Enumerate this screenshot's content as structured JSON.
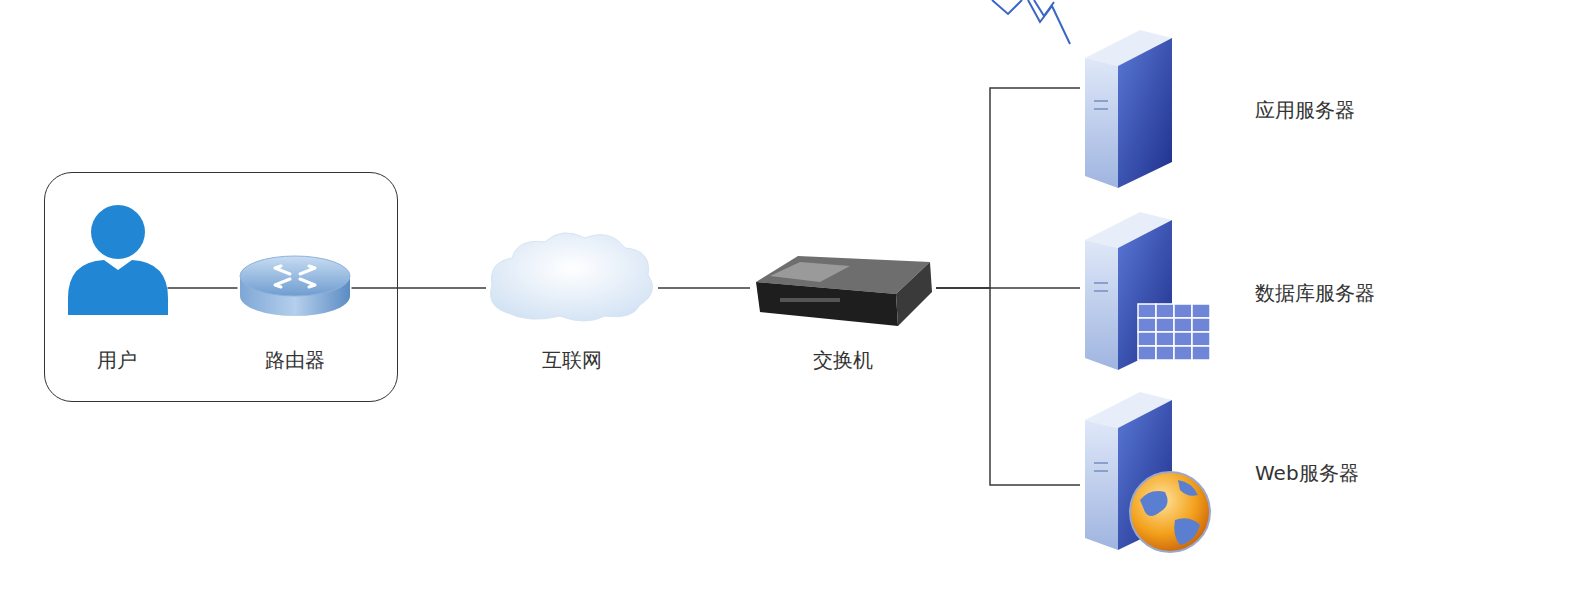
{
  "diagram": {
    "nodes": [
      {
        "text": []
      },
      {
        "text": [
          "用户"
        ],
        "in": 0
      },
      {
        "text": [
          "路由器"
        ],
        "in": 0
      },
      {
        "text": [
          "互联网"
        ]
      },
      {
        "text": [
          "交换机"
        ]
      },
      {
        "text": [
          "应用服务器"
        ]
      },
      {
        "text": [
          "数据库服务器"
        ]
      },
      {
        "text": [
          "Web服务器"
        ]
      }
    ],
    "edges": [
      {
        "from": 1,
        "to": 2,
        "arrow": "none"
      },
      {
        "from": 2,
        "to": 3,
        "arrow": "none"
      },
      {
        "from": 3,
        "to": 4,
        "arrow": "none"
      },
      {
        "from": 4,
        "to": 5,
        "arrow": "none"
      },
      {
        "from": 4,
        "to": 6,
        "arrow": "none"
      },
      {
        "from": 4,
        "to": 7,
        "arrow": "none"
      }
    ]
  }
}
